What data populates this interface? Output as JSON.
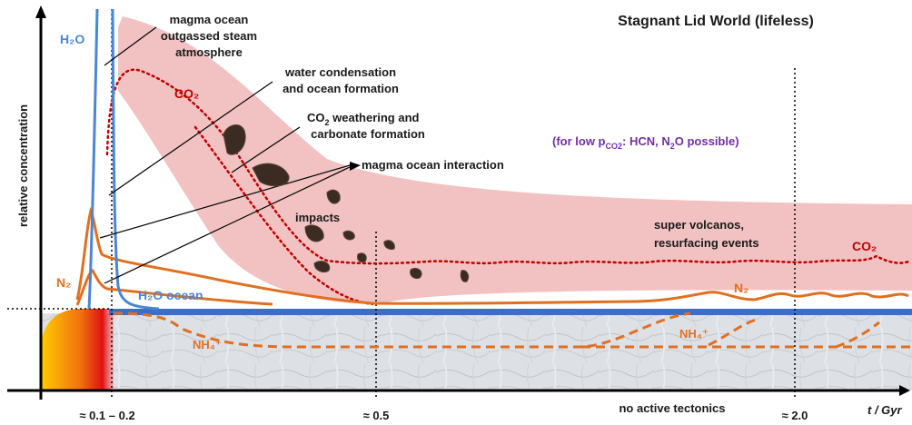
{
  "title": "Stagnant Lid World (lifeless)",
  "yaxis_label": "relative concentration",
  "xaxis_unit": "t / Gyr",
  "x_ticks": [
    "≈ 0.1 – 0.2",
    "≈ 0.5",
    "≈ 2.0"
  ],
  "bottom_note": "no active tectonics",
  "annotations": {
    "magma_ocean_atm": [
      "magma ocean",
      "outgassed steam",
      "atmosphere"
    ],
    "water_condensation": [
      "water condensation",
      "and ocean formation"
    ],
    "co2_weathering": [
      "CO",
      "2",
      " weathering and",
      "carbonate formation"
    ],
    "magma_interaction": "magma ocean interaction",
    "impacts": "impacts",
    "super_volcanos": [
      "super volcanos,",
      "resurfacing events"
    ],
    "low_pco2": [
      "(for low p",
      "CO2",
      ": HCN, N",
      "2",
      "O possible)"
    ]
  },
  "species": {
    "h2o": "H₂O",
    "h2o_ocean": "H₂O ocean",
    "co2": "CO₂",
    "n2": "N₂",
    "nh4": "NH₄⁺"
  },
  "colors": {
    "h2o": "#4a86d4",
    "co2": "#c00000",
    "n2": "#e07020",
    "co2_band": "#f2c2c2",
    "ocean_line": "#3a6fc4",
    "crust": "#dcdfe4",
    "annotation_purple": "#7030a0",
    "rock": "#3b2b22"
  }
}
